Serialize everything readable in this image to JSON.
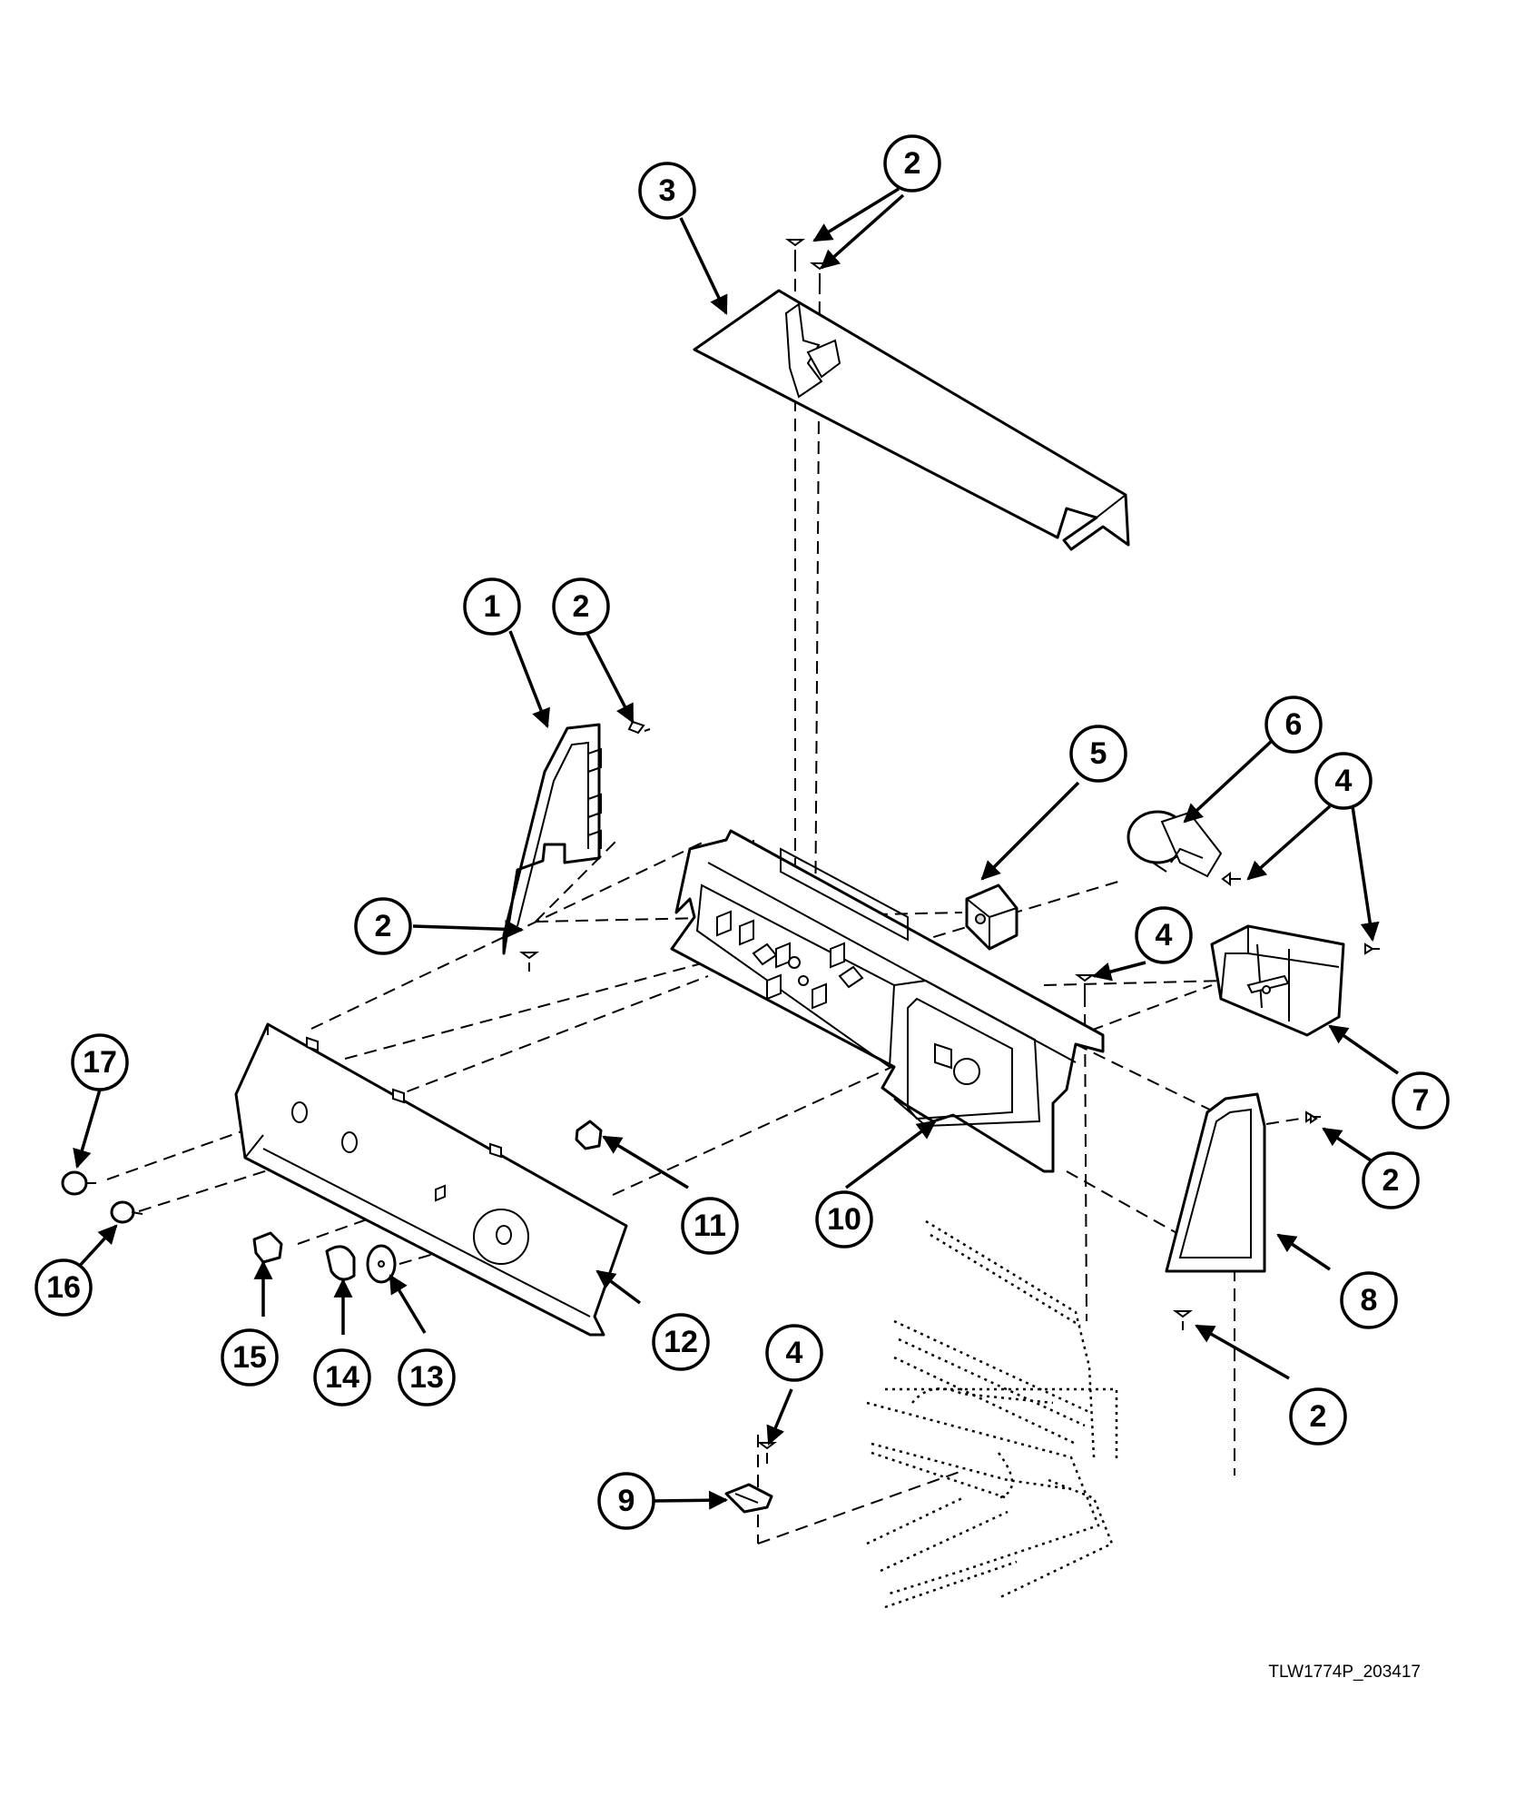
{
  "diagram_code": "TLW1774P_203417",
  "callouts": [
    "1",
    "2",
    "3",
    "4",
    "5",
    "6",
    "7",
    "8",
    "9",
    "10",
    "11",
    "12",
    "13",
    "14",
    "15",
    "16",
    "17"
  ]
}
